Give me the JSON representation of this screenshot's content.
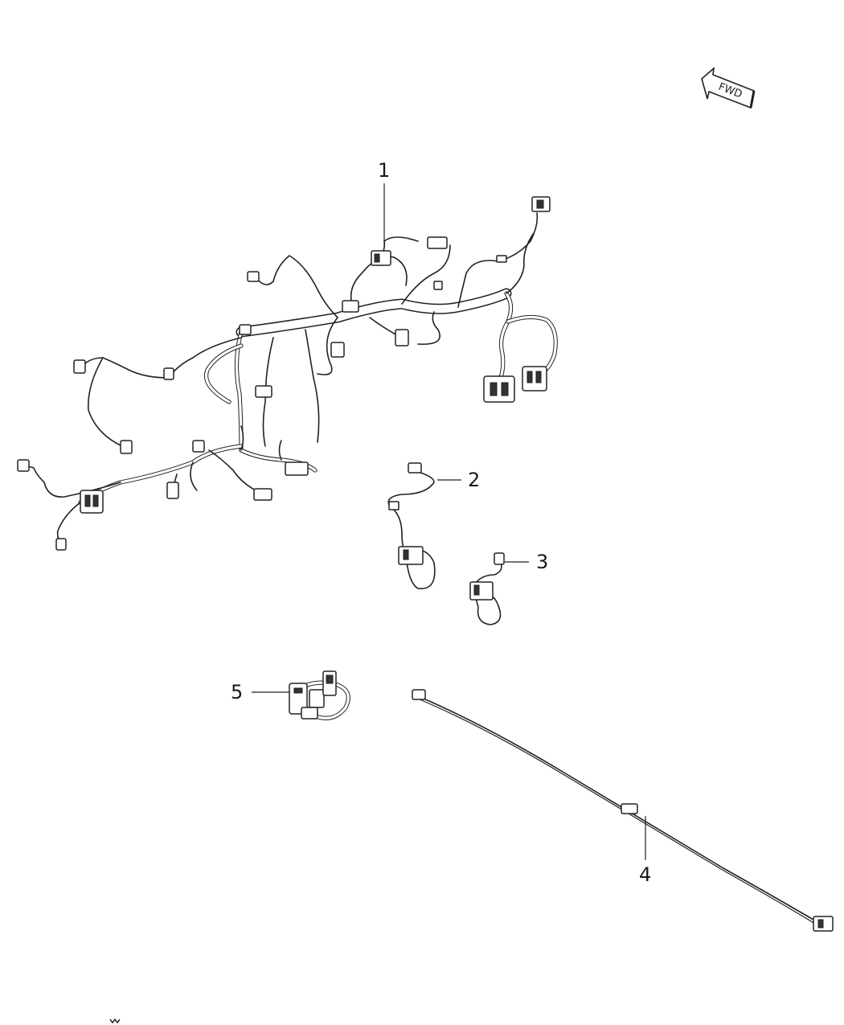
{
  "diagram": {
    "direction_indicator": {
      "label": "FWD",
      "icon": "forward-arrow-icon"
    },
    "callouts": [
      {
        "id": "1",
        "label": "1"
      },
      {
        "id": "2",
        "label": "2"
      },
      {
        "id": "3",
        "label": "3"
      },
      {
        "id": "4",
        "label": "4"
      },
      {
        "id": "5",
        "label": "5"
      }
    ]
  }
}
